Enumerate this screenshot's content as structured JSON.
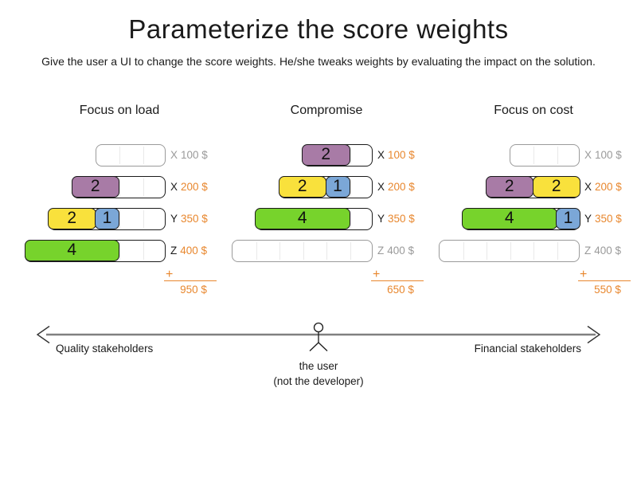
{
  "title": "Parameterize the score weights",
  "subtitle": "Give the user a UI to change the score weights. He/she tweaks weights by evaluating the impact on the solution.",
  "colors": {
    "purple": "#a87ba6",
    "yellow": "#f9e13c",
    "blue": "#7ba7d7",
    "green": "#77d32c",
    "orange": "#e8872e",
    "inactive": "#9a9a9a"
  },
  "scenarios": [
    {
      "heading": "Focus on load",
      "rows": [
        {
          "constraint": "X",
          "weight": "100 $",
          "cells": 3,
          "active": false,
          "blocks": []
        },
        {
          "constraint": "X",
          "weight": "200 $",
          "cells": 4,
          "active": true,
          "blocks": [
            {
              "value": "2",
              "color": "purple",
              "span": 2
            }
          ]
        },
        {
          "constraint": "Y",
          "weight": "350 $",
          "cells": 5,
          "active": true,
          "blocks": [
            {
              "value": "2",
              "color": "yellow",
              "span": 2
            },
            {
              "value": "1",
              "color": "blue",
              "span": 1
            }
          ]
        },
        {
          "constraint": "Z",
          "weight": "400 $",
          "cells": 6,
          "active": true,
          "blocks": [
            {
              "value": "4",
              "color": "green",
              "span": 4
            }
          ]
        }
      ],
      "plus_sign": "+",
      "total": "950 $"
    },
    {
      "heading": "Compromise",
      "rows": [
        {
          "constraint": "X",
          "weight": "100 $",
          "cells": 3,
          "active": true,
          "blocks": [
            {
              "value": "2",
              "color": "purple",
              "span": 2
            }
          ]
        },
        {
          "constraint": "X",
          "weight": "200 $",
          "cells": 4,
          "active": true,
          "blocks": [
            {
              "value": "2",
              "color": "yellow",
              "span": 2
            },
            {
              "value": "1",
              "color": "blue",
              "span": 1
            }
          ]
        },
        {
          "constraint": "Y",
          "weight": "350 $",
          "cells": 5,
          "active": true,
          "blocks": [
            {
              "value": "4",
              "color": "green",
              "span": 4
            }
          ]
        },
        {
          "constraint": "Z",
          "weight": "400 $",
          "cells": 6,
          "active": false,
          "blocks": []
        }
      ],
      "plus_sign": "+",
      "total": "650 $"
    },
    {
      "heading": "Focus on cost",
      "rows": [
        {
          "constraint": "X",
          "weight": "100 $",
          "cells": 3,
          "active": false,
          "blocks": []
        },
        {
          "constraint": "X",
          "weight": "200 $",
          "cells": 4,
          "active": true,
          "blocks": [
            {
              "value": "2",
              "color": "purple",
              "span": 2
            },
            {
              "value": "2",
              "color": "yellow",
              "span": 2
            }
          ]
        },
        {
          "constraint": "Y",
          "weight": "350 $",
          "cells": 5,
          "active": true,
          "blocks": [
            {
              "value": "4",
              "color": "green",
              "span": 4
            },
            {
              "value": "1",
              "color": "blue",
              "span": 1
            }
          ]
        },
        {
          "constraint": "Z",
          "weight": "400 $",
          "cells": 6,
          "active": false,
          "blocks": []
        }
      ],
      "plus_sign": "+",
      "total": "550 $"
    }
  ],
  "axis": {
    "left_label": "Quality stakeholders",
    "right_label": "Financial stakeholders",
    "center_label_line1": "the user",
    "center_label_line2": "(not the developer)"
  }
}
